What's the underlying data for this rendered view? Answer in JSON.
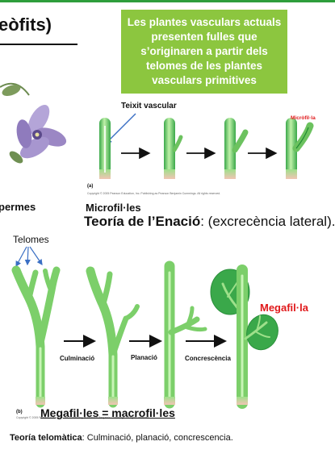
{
  "heading_fragment": "eòfits)",
  "info_box": "Les plantes vasculars actuals presenten fulles que s’originaren a partir dels telomes de les plantes vasculars primitives",
  "micro_panel": {
    "tissue_label": "Teixit vascular",
    "microphyll_label": "Micròfil·la",
    "panel_letter": "(a)",
    "copyright": "Copyright © 2005 Pearson Education, Inc. Publishing as Pearson Benjamin Cummings. All rights reserved."
  },
  "left_fragment": "permes",
  "microfil_heading": "Microfil·les",
  "enation": {
    "bold": "Teoría de l’Enació",
    "rest": ": (excrecència lateral)."
  },
  "telomes_label": "Telomes",
  "macro_panel": {
    "megaphyll_label": "Megafil·la",
    "steps": [
      "Culminació",
      "Planació",
      "Concrescència"
    ],
    "panel_letter": "(b)",
    "copyright": "Copyright © 2005 Pearson Education, Inc. Publishing as Pearson Benjamin Cummings. All rights reserved."
  },
  "macro_caption": "Megafil·les = macrofil·les",
  "telomic": {
    "bold": "Teoría telomàtica",
    "rest": ": Culminació, planació, concrescencia."
  },
  "colors": {
    "green_box": "#8cc63f",
    "stem_green": "#9ee08a",
    "stem_dark": "#3aa84a",
    "accent_red": "#e0191b",
    "arrow_blue": "#3a6fc4",
    "flower_purple": "#9b87c4"
  }
}
